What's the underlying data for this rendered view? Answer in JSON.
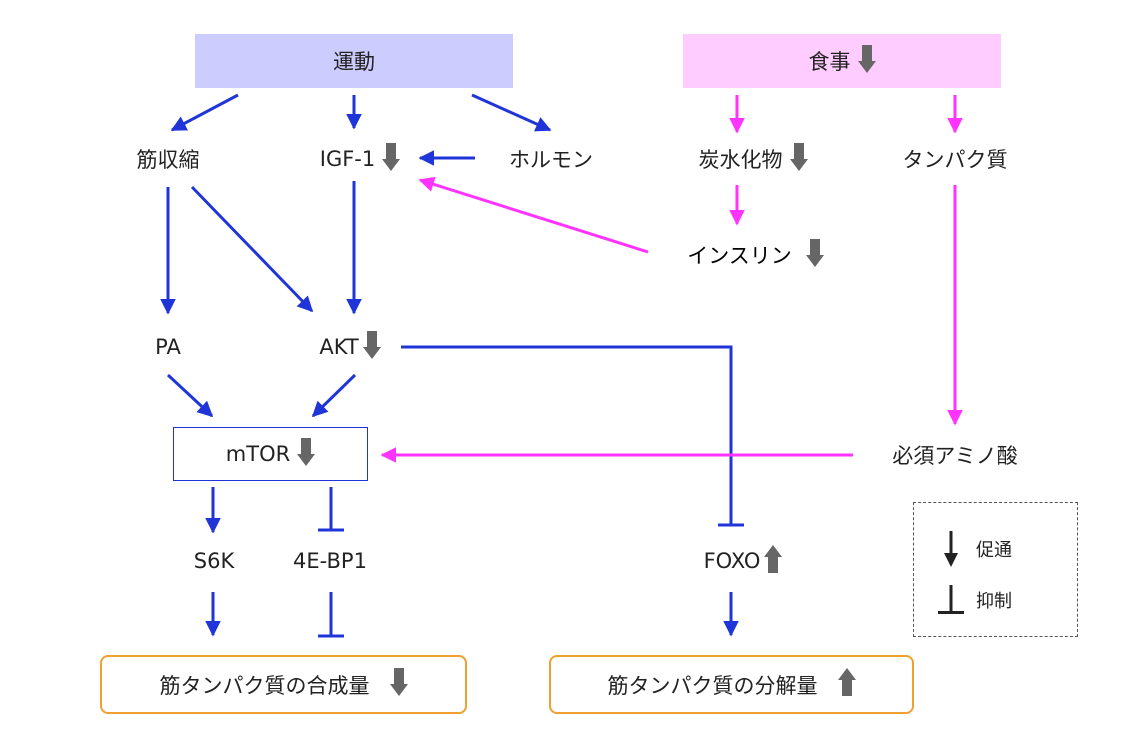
{
  "nodes": {
    "exercise": "運動",
    "diet": "食事",
    "contraction": "筋収縮",
    "igf1": "IGF-1",
    "hormone": "ホルモン",
    "carbohydrate": "炭水化物",
    "protein": "タンパク質",
    "insulin": "インスリン",
    "pa": "PA",
    "akt": "AKT",
    "mtor": "mTOR",
    "essential_amino_acids": "必須アミノ酸",
    "s6k": "S6K",
    "eif4ebp1": "4E-BP1",
    "foxo": "FOXO",
    "synthesis": "筋タンパク質の合成量",
    "breakdown": "筋タンパク質の分解量"
  },
  "legend": {
    "promote": "促通",
    "inhibit": "抑制"
  },
  "colors": {
    "exercise_path": "#1f35d8",
    "diet_path": "#ff33ff",
    "exercise_box": "#ccccff",
    "diet_box": "#ffccff",
    "output_border": "#f0a030",
    "change_arrow": "#666666"
  }
}
